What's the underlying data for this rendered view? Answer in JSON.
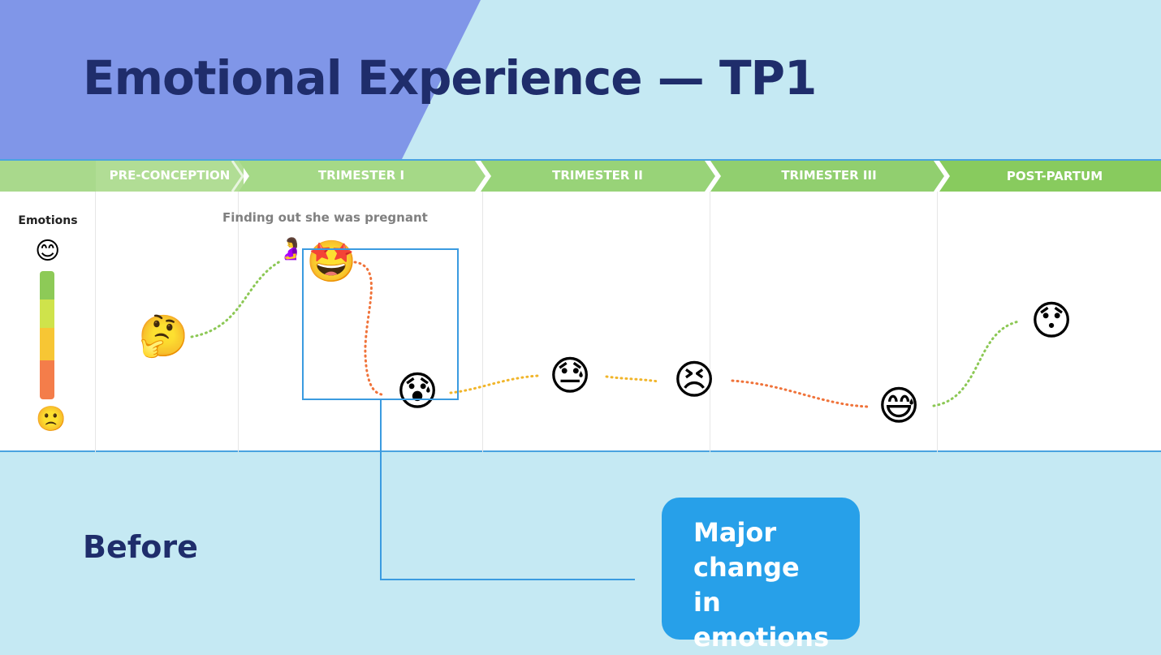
{
  "title": "Emotional Experience  — TP1",
  "colors": {
    "background": "#c5e9f3",
    "accent_shape": "#8096e8",
    "title": "#1f2d6b",
    "phase_bar": "#8fd06a",
    "highlight": "#3b9be0",
    "callout": "#27a0e9"
  },
  "phases": [
    "PRE-CONCEPTION",
    "TRIMESTER I",
    "TRIMESTER II",
    "TRIMESTER III",
    "POST-PARTUM"
  ],
  "scale": {
    "label": "Emotions",
    "top_icon": "smiling-face-icon",
    "bottom_icon": "slightly-frowning-face-icon",
    "top_emoji": "😊",
    "bottom_emoji": "🙁",
    "colors": [
      "#8dca57",
      "#cfe34b",
      "#f7c634",
      "#f47d4a"
    ]
  },
  "annotation": "Finding out she was pregnant",
  "journey": [
    {
      "emoji": "🤔",
      "icon": "thinking-face-icon"
    },
    {
      "emoji": "🤰",
      "icon": "pregnant-woman-icon"
    },
    {
      "emoji": "🤩",
      "icon": "star-struck-face-icon"
    },
    {
      "emoji": "😰",
      "icon": "anxious-face-with-sweat-icon"
    },
    {
      "emoji": "😓",
      "icon": "downcast-face-with-sweat-icon"
    },
    {
      "emoji": "😣",
      "icon": "persevering-face-icon"
    },
    {
      "emoji": "😅",
      "icon": "grinning-face-with-sweat-icon"
    },
    {
      "emoji": "😯",
      "icon": "hushed-face-icon"
    }
  ],
  "before_label": "Before",
  "callout": "Major change in emotions"
}
